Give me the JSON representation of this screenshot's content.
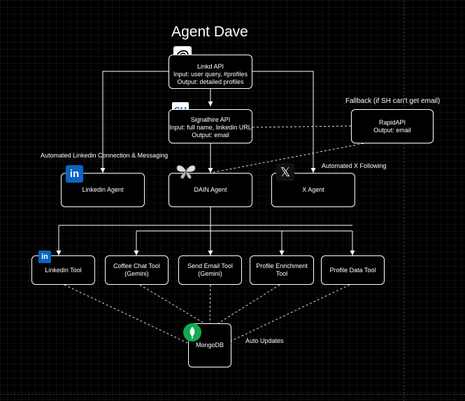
{
  "title": "Agent Dave",
  "nodes": {
    "linkd_api": {
      "title": "Linkd API",
      "line1": "Input: user query, #profiles",
      "line2": "Output: detailed profiles"
    },
    "signalhire_api": {
      "title": "Signalhire API",
      "line1": "Input: full name, linkedin URL",
      "line2": "Output: email"
    },
    "rapidapi": {
      "title": "RapidAPI",
      "line1": "Output: email"
    },
    "linkedin_agent": {
      "title": "Linkedin Agent"
    },
    "dain_agent": {
      "title": "DAIN Agent"
    },
    "x_agent": {
      "title": "X Agent"
    },
    "linkedin_tool": {
      "title": "Linkedin Tool"
    },
    "coffee_chat_tool": {
      "title": "Coffee Chat Tool",
      "line1": "(Gemini)"
    },
    "send_email_tool": {
      "title": "Send Email Tool",
      "line1": "(Gemini)"
    },
    "profile_enrichment_tool": {
      "title": "Profile Enrichment Tool"
    },
    "profile_data_tool": {
      "title": "Profile Data Tool"
    },
    "mongodb": {
      "title": "MongoDB"
    }
  },
  "labels": {
    "fallback": "Fallback (if SH can't get email)",
    "automated_linkedin": "Automated Linkedin Connection & Messaging",
    "automated_x": "Automated X Following",
    "auto_updates": "Auto Updates"
  },
  "icons": {
    "linkd_logo": "linkd-logo-icon",
    "signalhire_logo": "signalhire-logo-icon",
    "signalhire_text": "SH",
    "linkedin_logo": "linkedin-logo-icon",
    "linkedin_text": "in",
    "dain_logo": "butterfly-icon",
    "x_logo": "x-logo-icon",
    "x_text": "𝕏",
    "mongodb_logo": "mongodb-leaf-icon"
  },
  "colors": {
    "background": "#000000",
    "stroke": "#ffffff",
    "linkedin_blue": "#0a66c2",
    "mongodb_green": "#13aa52",
    "signalhire_blue": "#1f5fa8"
  }
}
